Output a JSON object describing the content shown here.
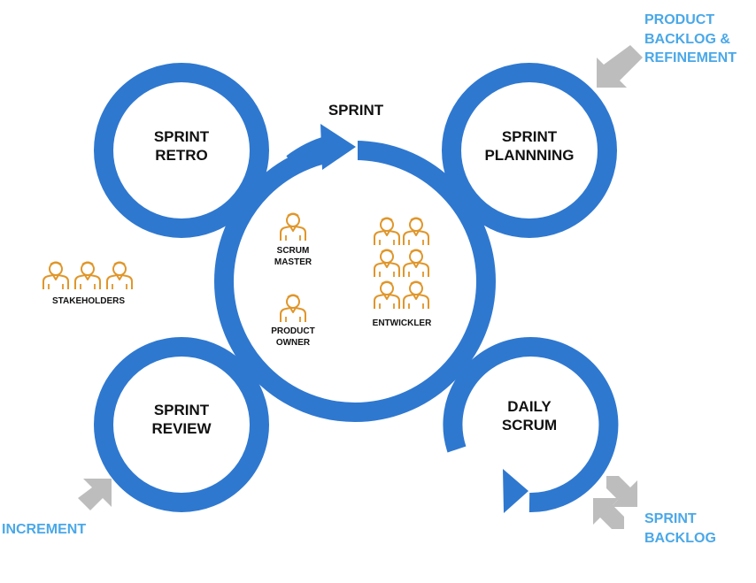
{
  "colors": {
    "ring": "#2e78d0",
    "person": "#e0962a",
    "side_label": "#4aa8e8",
    "grey_arrow": "#bdbdbd",
    "text": "#111111"
  },
  "icons": {
    "person": "person-icon",
    "grey_arrow": "arrow-icon"
  },
  "cycle": {
    "sprint_label": "SPRINT",
    "retro": [
      "SPRINT",
      "RETRO"
    ],
    "planning": [
      "SPRINT",
      "PLANNNING"
    ],
    "review": [
      "SPRINT",
      "REVIEW"
    ],
    "daily": [
      "DAILY",
      "SCRUM"
    ]
  },
  "roles": {
    "scrum_master": [
      "SCRUM",
      "MASTER"
    ],
    "product_owner": [
      "PRODUCT",
      "OWNER"
    ],
    "developers": "ENTWICKLER",
    "stakeholders": "STAKEHOLDERS"
  },
  "artifacts": {
    "product_backlog": [
      "PRODUCT",
      "BACKLOG &",
      "REFINEMENT"
    ],
    "increment": "INCREMENT",
    "sprint_backlog": [
      "SPRINT",
      "BACKLOG"
    ]
  }
}
